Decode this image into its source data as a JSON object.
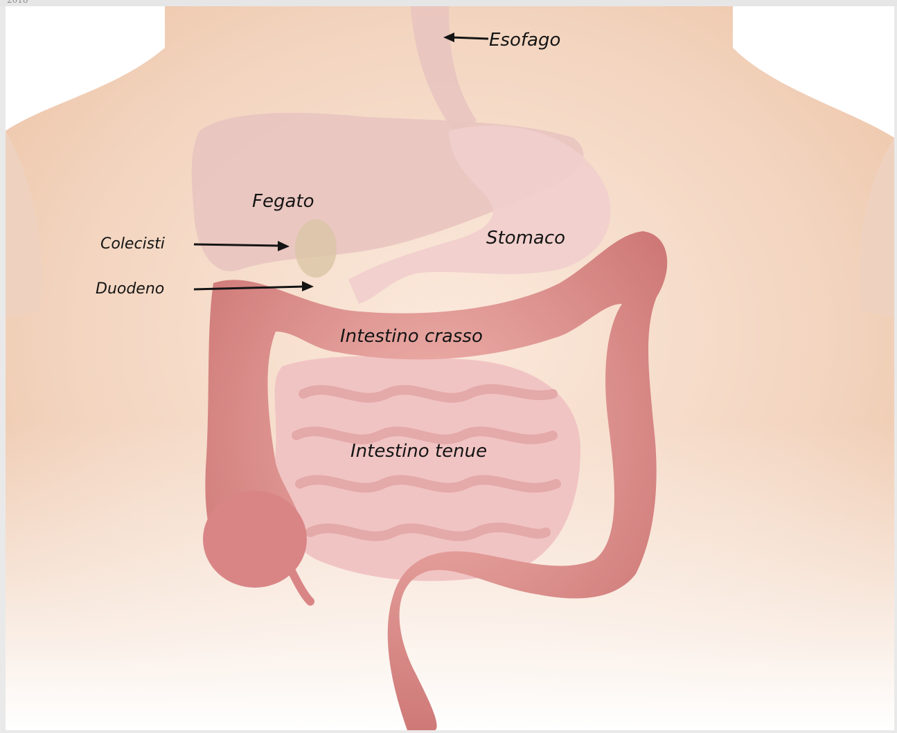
{
  "header": {
    "partial_text": "2018"
  },
  "labels": {
    "esofago": "Esofago",
    "fegato": "Fegato",
    "stomaco": "Stomaco",
    "colecisti": "Colecisti",
    "duodeno": "Duodeno",
    "intestino_crasso": "Intestino crasso",
    "intestino_tenue": "Intestino tenue"
  },
  "colors": {
    "skin": "#f5dcc8",
    "liver": "#e9c4c0",
    "intestine": "#d98a8a",
    "small_intestine": "#f1c4c4",
    "label_text": "#141414"
  }
}
